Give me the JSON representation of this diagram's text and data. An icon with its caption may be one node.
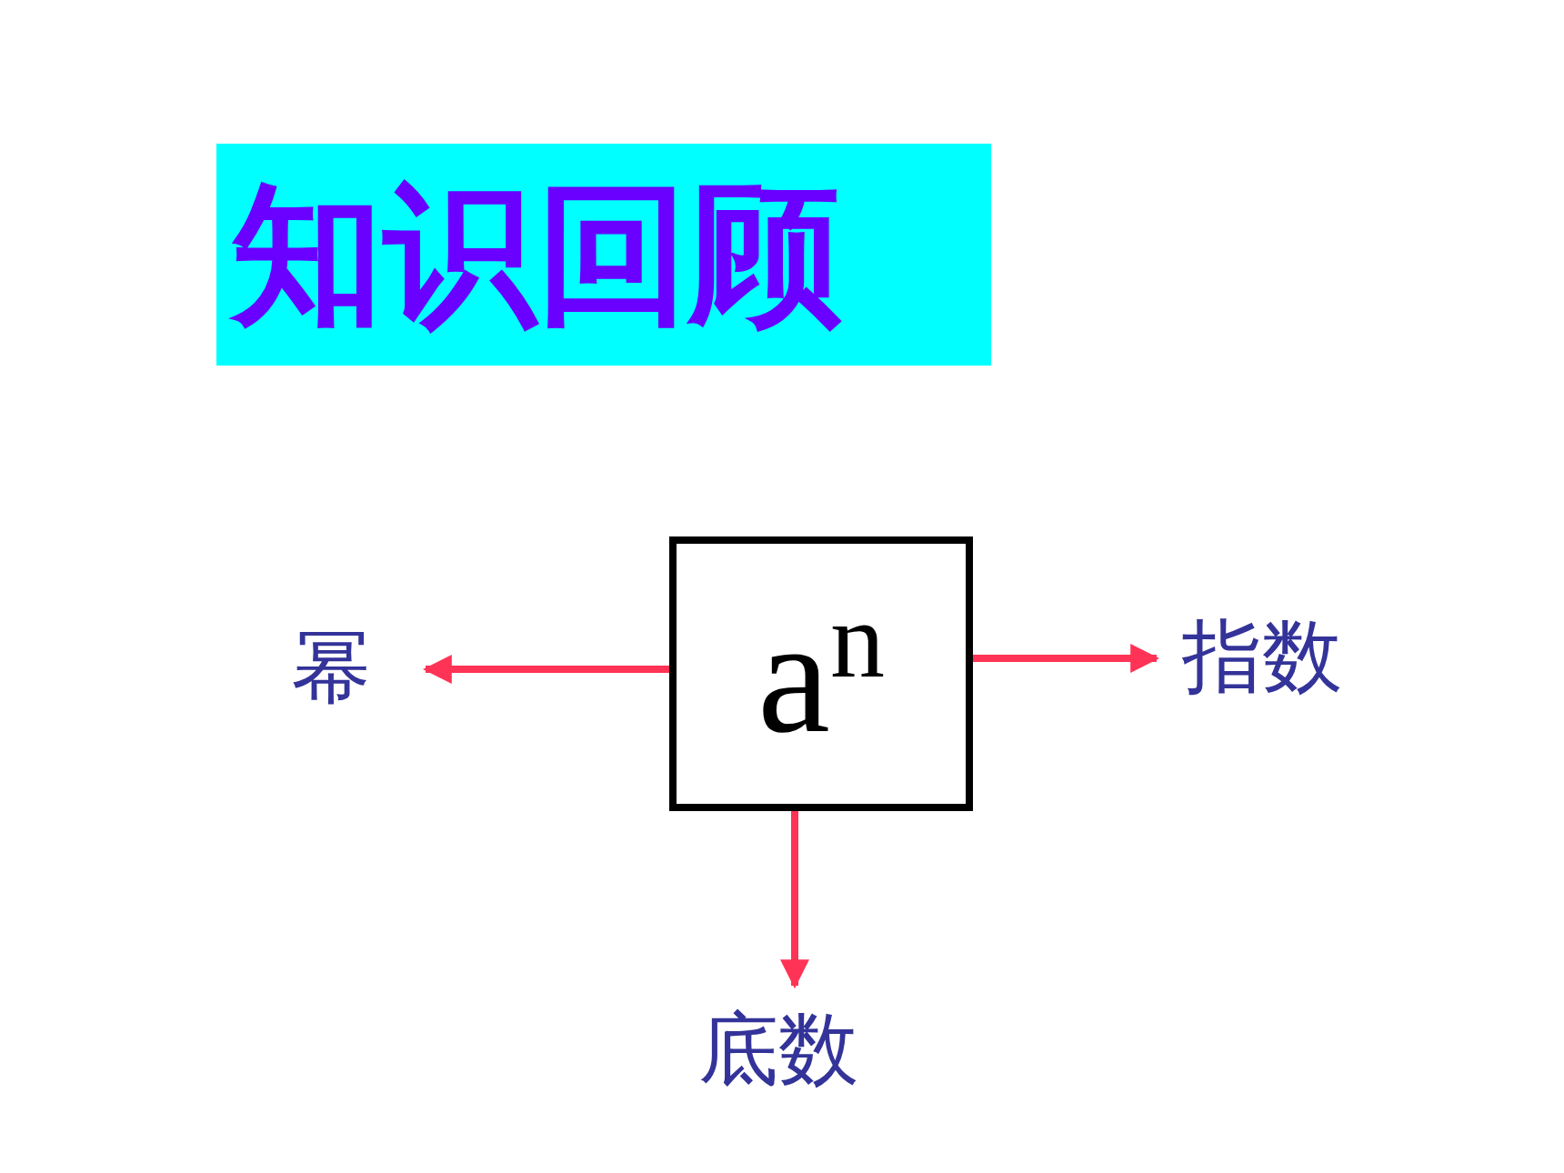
{
  "diagram": {
    "title": "知识回顾",
    "nodes": [
      {
        "text": [
          "a$^{n}$"
        ]
      },
      {
        "text": [
          "幂"
        ]
      },
      {
        "text": [
          "指数"
        ]
      },
      {
        "text": [
          "底数"
        ]
      }
    ],
    "edges": [
      {
        "from": 0,
        "to": 1,
        "arrow": "to"
      },
      {
        "from": 0,
        "to": 2,
        "arrow": "to"
      },
      {
        "from": 0,
        "to": 3,
        "arrow": "to"
      }
    ]
  }
}
